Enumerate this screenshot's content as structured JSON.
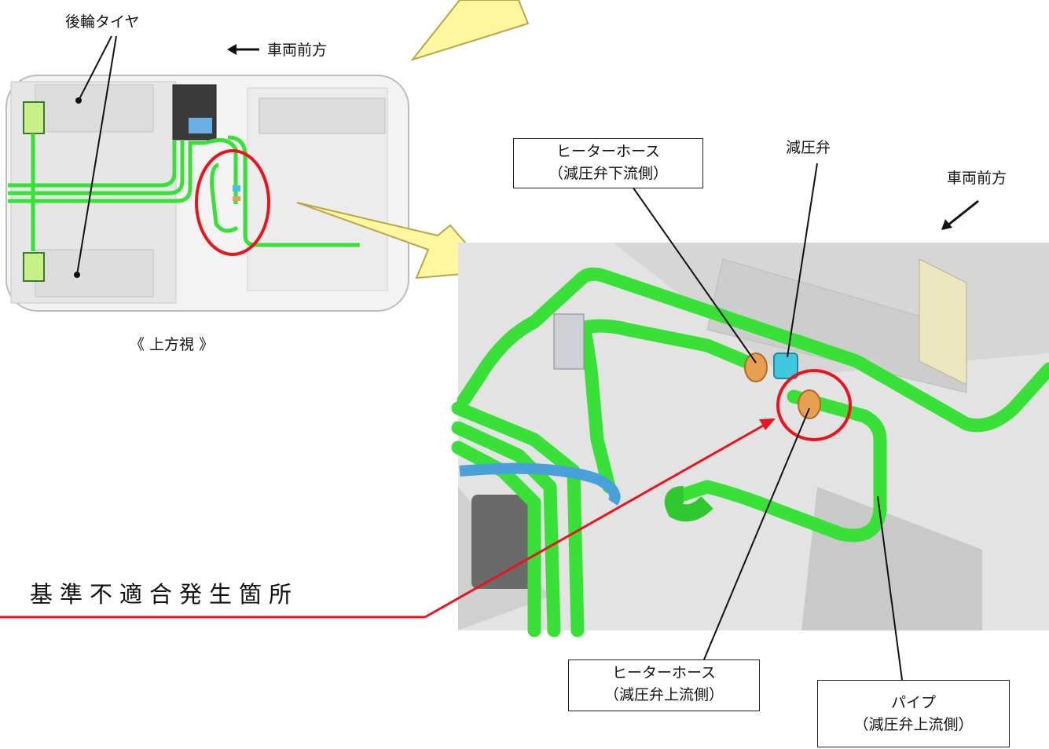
{
  "labels": {
    "rear_tire": "後輪タイヤ",
    "vehicle_front_top": "車両前方",
    "vehicle_front_right": "車両前方",
    "top_view": "《 上方視 》",
    "pressure_valve": "減圧弁",
    "nonconformity": "基準不適合発生箇所"
  },
  "boxes": {
    "hose_downstream": {
      "line1": "ヒーターホース",
      "line2": "（減圧弁下流側）"
    },
    "hose_upstream": {
      "line1": "ヒーターホース",
      "line2": "（減圧弁上流側）"
    },
    "pipe_upstream": {
      "line1": "パイプ",
      "line2": "（減圧弁上流側）"
    }
  },
  "colors": {
    "pipe_green": "#38e038",
    "highlight_red": "#e8141e",
    "arrow_yellow": "#fff6a0",
    "valve_cyan": "#40c8e0",
    "hose_orange": "#e8a050"
  }
}
